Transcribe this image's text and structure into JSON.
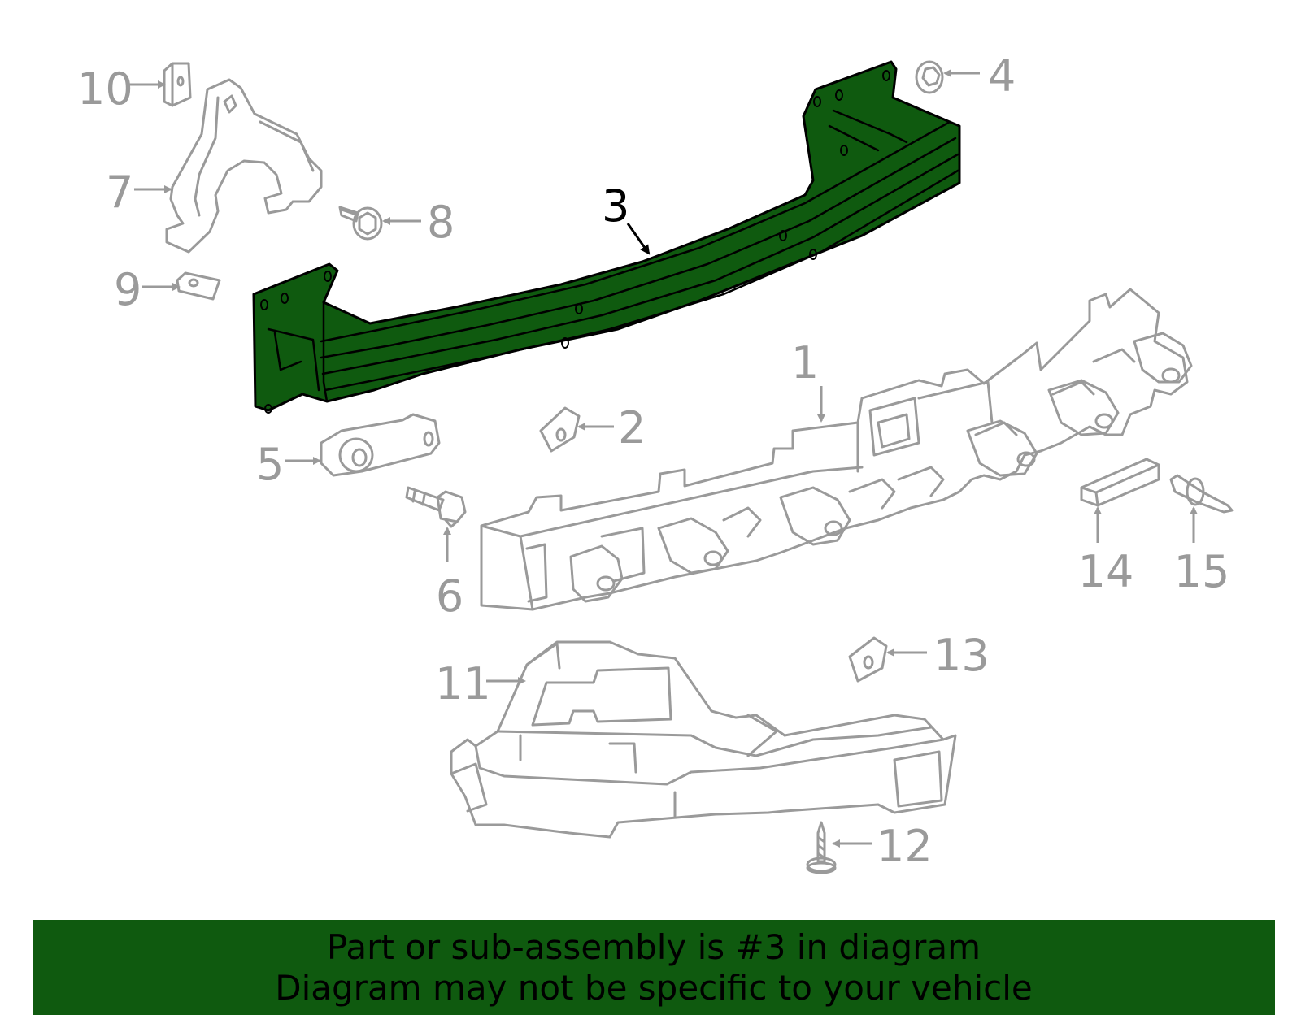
{
  "colors": {
    "highlight": "#0f5a0f",
    "banner": "#0f5a0f",
    "parts": "#9a9a9a",
    "selected": "#000000"
  },
  "callouts": {
    "c1": "1",
    "c2": "2",
    "c3": "3",
    "c4": "4",
    "c5": "5",
    "c6": "6",
    "c7": "7",
    "c8": "8",
    "c9": "9",
    "c10": "10",
    "c11": "11",
    "c12": "12",
    "c13": "13",
    "c14": "14",
    "c15": "15"
  },
  "selected_part": "3",
  "banner": {
    "line1": "Part or sub-assembly is #3 in diagram",
    "line2": "Diagram may not be specific to your vehicle"
  }
}
